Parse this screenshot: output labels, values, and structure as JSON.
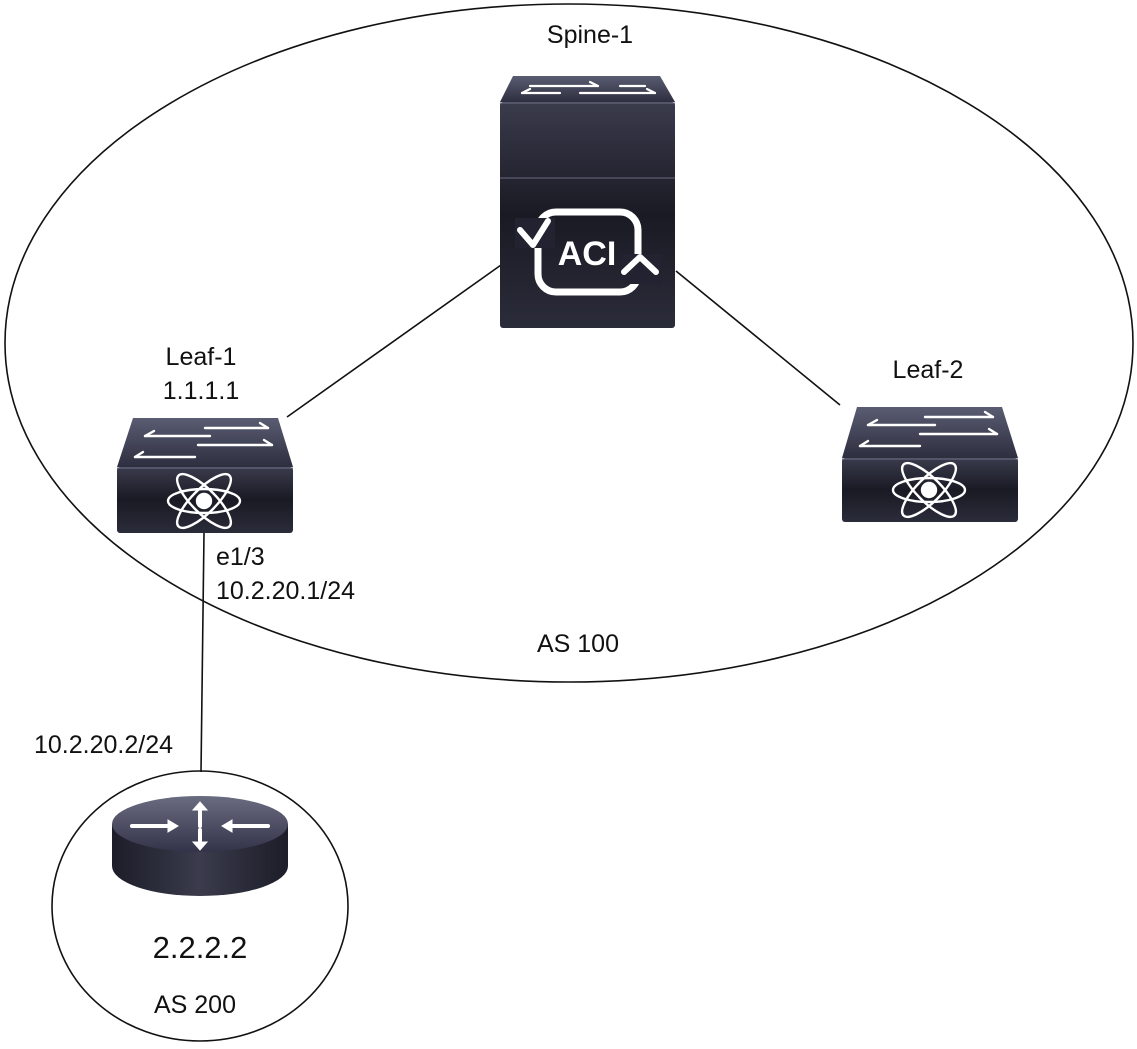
{
  "nodes": {
    "spine1": {
      "name": "Spine-1",
      "badge": "ACI"
    },
    "leaf1": {
      "name": "Leaf-1",
      "address": "1.1.1.1"
    },
    "leaf2": {
      "name": "Leaf-2"
    },
    "router": {
      "address": "2.2.2.2"
    }
  },
  "interface": {
    "name": "e1/3",
    "leaf_ip": "10.2.20.1/24",
    "router_ip": "10.2.20.2/24"
  },
  "regions": {
    "fabric": {
      "label": "AS 100"
    },
    "external": {
      "label": "AS 200"
    }
  }
}
